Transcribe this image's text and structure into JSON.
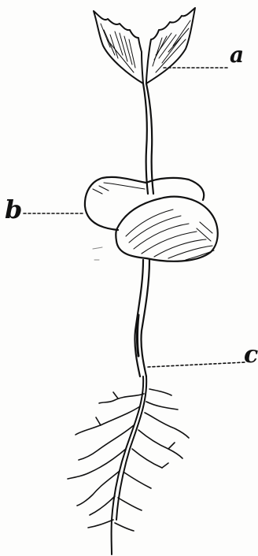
{
  "labels": {
    "a": "a",
    "b": "b",
    "c": "c"
  },
  "colors": {
    "ink": "#111111",
    "paper": "#fdfdfc"
  }
}
